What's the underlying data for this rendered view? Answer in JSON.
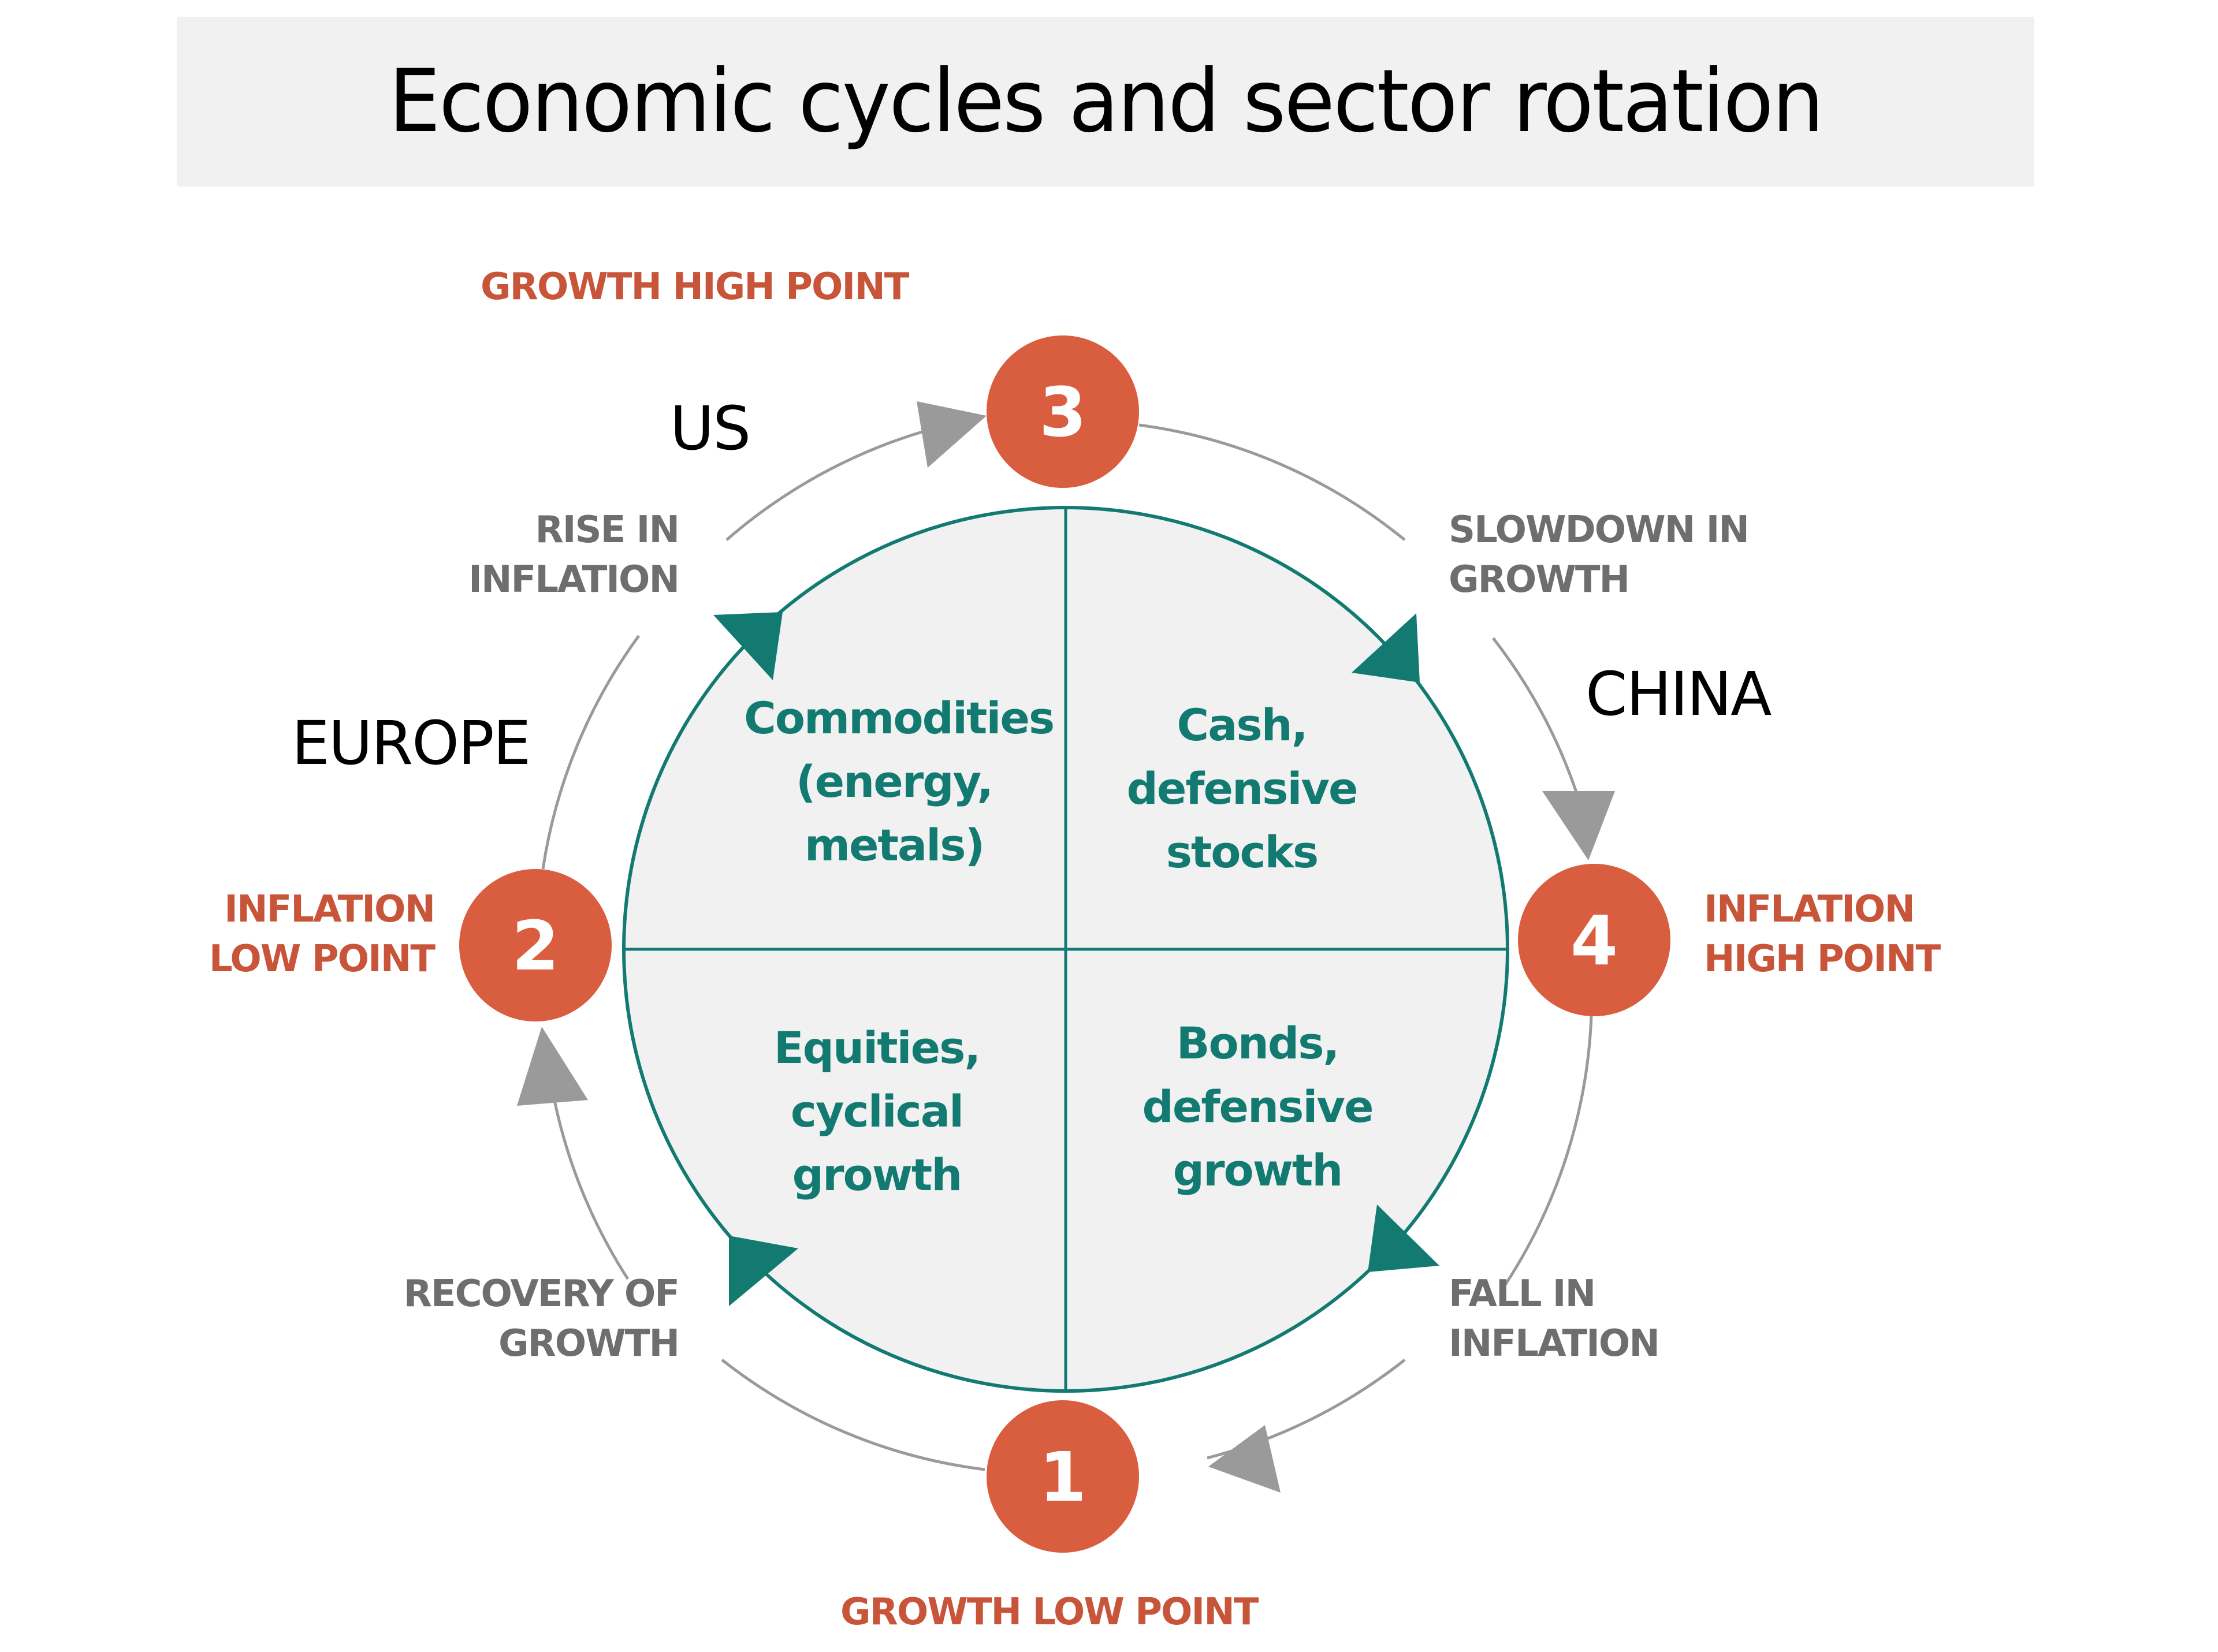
{
  "title": "Economic cycles and sector rotation",
  "colors": {
    "point_fill": "#d95d3f",
    "point_label": "#c8553a",
    "teal": "#137a72",
    "phase_label": "#6e6e6e",
    "outer_ring": "#9a9a9a",
    "inner_fill": "#f1f1f1",
    "title_bg": "#f1f1f1"
  },
  "points": [
    {
      "number": "1",
      "label_lines": [
        "GROWTH LOW POINT"
      ]
    },
    {
      "number": "2",
      "label_lines": [
        "INFLATION",
        "LOW POINT"
      ]
    },
    {
      "number": "3",
      "label_lines": [
        "GROWTH HIGH POINT"
      ]
    },
    {
      "number": "4",
      "label_lines": [
        "INFLATION",
        "HIGH POINT"
      ]
    }
  ],
  "phases": {
    "rise_in_inflation": [
      "RISE IN",
      "INFLATION"
    ],
    "slowdown_in_growth": [
      "SLOWDOWN IN",
      "GROWTH"
    ],
    "fall_in_inflation": [
      "FALL IN",
      "INFLATION"
    ],
    "recovery_of_growth": [
      "RECOVERY OF",
      "GROWTH"
    ]
  },
  "countries": {
    "us": "US",
    "europe": "EUROPE",
    "china": "CHINA"
  },
  "quadrants": {
    "top_left": [
      "Commodities",
      "(energy,",
      "metals)"
    ],
    "top_right": [
      "Cash,",
      "defensive",
      "stocks"
    ],
    "bottom_left": [
      "Equities,",
      "cyclical",
      "growth"
    ],
    "bottom_right": [
      "Bonds,",
      "defensive",
      "growth"
    ]
  }
}
